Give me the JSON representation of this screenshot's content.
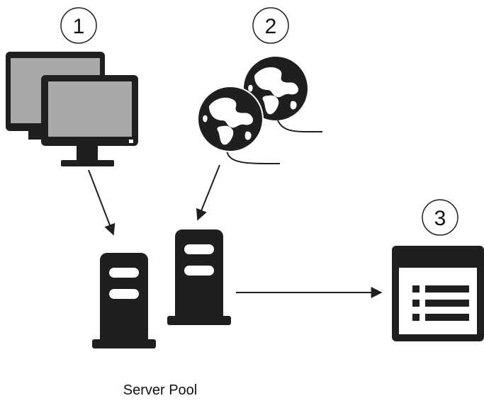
{
  "steps": [
    {
      "number": "1"
    },
    {
      "number": "2"
    },
    {
      "number": "3"
    }
  ],
  "caption": "Server Pool",
  "icons": {
    "clients": "desktop-monitor-icon",
    "internet": "globe-icon",
    "servers": "server-tower-icon",
    "output": "list-window-icon"
  },
  "colors": {
    "ink": "#1f1f1f",
    "screen": "#a9a9a9",
    "land": "#ffffff",
    "background": "#ffffff"
  }
}
